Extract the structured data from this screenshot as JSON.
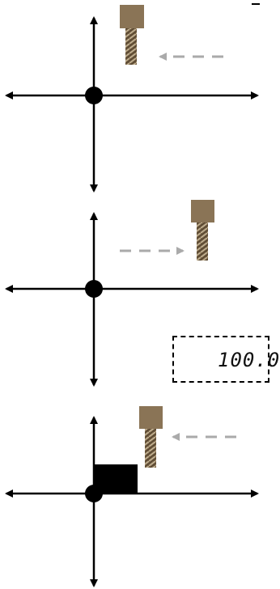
{
  "colors": {
    "axis": "#000000",
    "tool_shank": "#8a7456",
    "tool_flute_dark": "#5b4a35",
    "tool_flute_light": "#c8b89a",
    "motion_arrow": "#aaaaaa",
    "workpiece": "#000000",
    "origin_dot": "#000000"
  },
  "icons": {
    "tool": "end-mill-icon",
    "motion": "dashed-arrow-icon",
    "origin": "origin-dot-icon"
  },
  "panels": [
    {
      "id": "approach-from-right",
      "motion_direction": "left",
      "has_workpiece": false
    },
    {
      "id": "move-away-right",
      "motion_direction": "right",
      "has_workpiece": false
    },
    {
      "id": "approach-workpiece",
      "motion_direction": "left",
      "has_workpiece": true
    }
  ],
  "readout": {
    "value": "100.0"
  }
}
